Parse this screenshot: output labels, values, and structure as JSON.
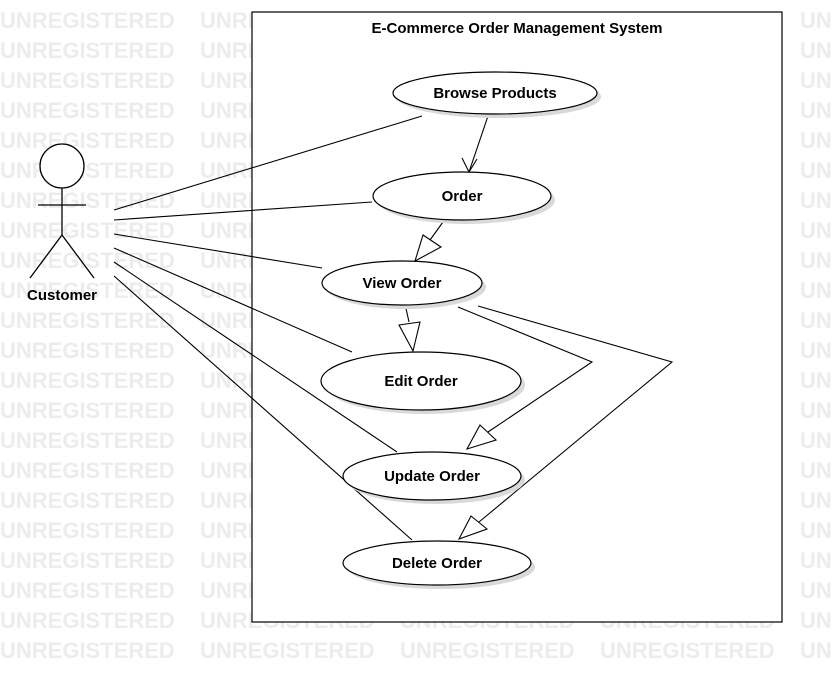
{
  "watermark": "UNREGISTERED",
  "system": {
    "title": "E-Commerce Order Management System"
  },
  "actor": {
    "name": "Customer"
  },
  "use_cases": [
    {
      "id": "browse",
      "label": "Browse Products"
    },
    {
      "id": "order",
      "label": "Order"
    },
    {
      "id": "view",
      "label": "View Order"
    },
    {
      "id": "edit",
      "label": "Edit Order"
    },
    {
      "id": "update",
      "label": "Update Order"
    },
    {
      "id": "delete",
      "label": "Delete Order"
    }
  ],
  "colors": {
    "line": "#000000",
    "shadow": "#d9d9d9",
    "watermark": "#ececec",
    "background": "#ffffff"
  }
}
